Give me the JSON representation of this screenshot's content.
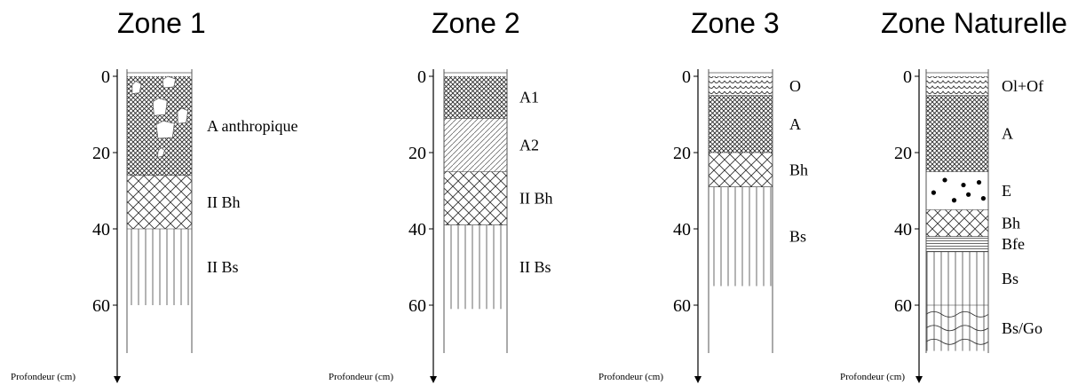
{
  "zones": [
    {
      "title": "Zone 1",
      "axis_label": "Profondeur (cm)",
      "ticks": [
        "0",
        "20",
        "40",
        "60"
      ],
      "horizons": [
        {
          "label": "A anthropique",
          "from": 0,
          "to": 26,
          "pattern": "dense-cross-hatch-with-clasts"
        },
        {
          "label": "II Bh",
          "from": 26,
          "to": 40,
          "pattern": "cross-hatch"
        },
        {
          "label": "II Bs",
          "from": 40,
          "to": 60,
          "pattern": "vertical-lines"
        }
      ]
    },
    {
      "title": "Zone 2",
      "axis_label": "Profondeur (cm)",
      "ticks": [
        "0",
        "20",
        "40",
        "60"
      ],
      "horizons": [
        {
          "label": "A1",
          "from": 0,
          "to": 11,
          "pattern": "dense-cross-hatch"
        },
        {
          "label": "A2",
          "from": 11,
          "to": 25,
          "pattern": "diagonal-lines"
        },
        {
          "label": "II Bh",
          "from": 25,
          "to": 39,
          "pattern": "cross-hatch"
        },
        {
          "label": "II Bs",
          "from": 39,
          "to": 61,
          "pattern": "vertical-lines"
        }
      ]
    },
    {
      "title": "Zone 3",
      "axis_label": "Profondeur (cm)",
      "ticks": [
        "0",
        "20",
        "40",
        "60"
      ],
      "horizons": [
        {
          "label": "O",
          "from": 0,
          "to": 5,
          "pattern": "scallops"
        },
        {
          "label": "A",
          "from": 5,
          "to": 20,
          "pattern": "dense-cross-hatch"
        },
        {
          "label": "Bh",
          "from": 20,
          "to": 29,
          "pattern": "cross-hatch"
        },
        {
          "label": "Bs",
          "from": 29,
          "to": 55,
          "pattern": "vertical-lines"
        }
      ]
    },
    {
      "title": "Zone Naturelle",
      "axis_label": "Profondeur (cm)",
      "ticks": [
        "0",
        "20",
        "40",
        "60"
      ],
      "horizons": [
        {
          "label": "Ol+Of",
          "from": 0,
          "to": 5,
          "pattern": "scallops"
        },
        {
          "label": "A",
          "from": 5,
          "to": 25,
          "pattern": "dense-cross-hatch"
        },
        {
          "label": "E",
          "from": 25,
          "to": 35,
          "pattern": "dots"
        },
        {
          "label": "Bh",
          "from": 35,
          "to": 42,
          "pattern": "cross-hatch"
        },
        {
          "label": "Bfe",
          "from": 42,
          "to": 46,
          "pattern": "horizontal-lines"
        },
        {
          "label": "Bs",
          "from": 46,
          "to": 60,
          "pattern": "vertical-lines"
        },
        {
          "label": "Bs/Go",
          "from": 60,
          "to": 72,
          "pattern": "vertical-lines-with-waves"
        }
      ]
    }
  ]
}
